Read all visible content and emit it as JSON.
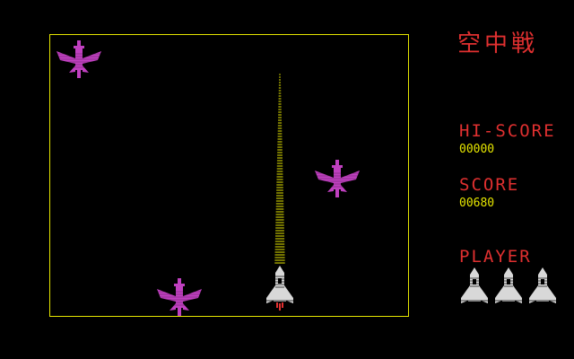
{
  "game": {
    "title": "空中戦",
    "hiscore_label": "HI-SCORE",
    "hiscore_value": "00000",
    "score_label": "SCORE",
    "score_value": "00680",
    "player_label": "PLAYER",
    "lives_remaining": 3
  },
  "colors": {
    "background": "#000000",
    "border": "#e6e600",
    "enemy": "#c040c0",
    "player_ship": "#d8d8d8",
    "laser": "#e6e600",
    "label_red": "#e03030",
    "value_yellow": "#e6e600"
  },
  "icons": {
    "enemy": "enemy-jet-icon",
    "player": "rocket-ship-icon"
  }
}
